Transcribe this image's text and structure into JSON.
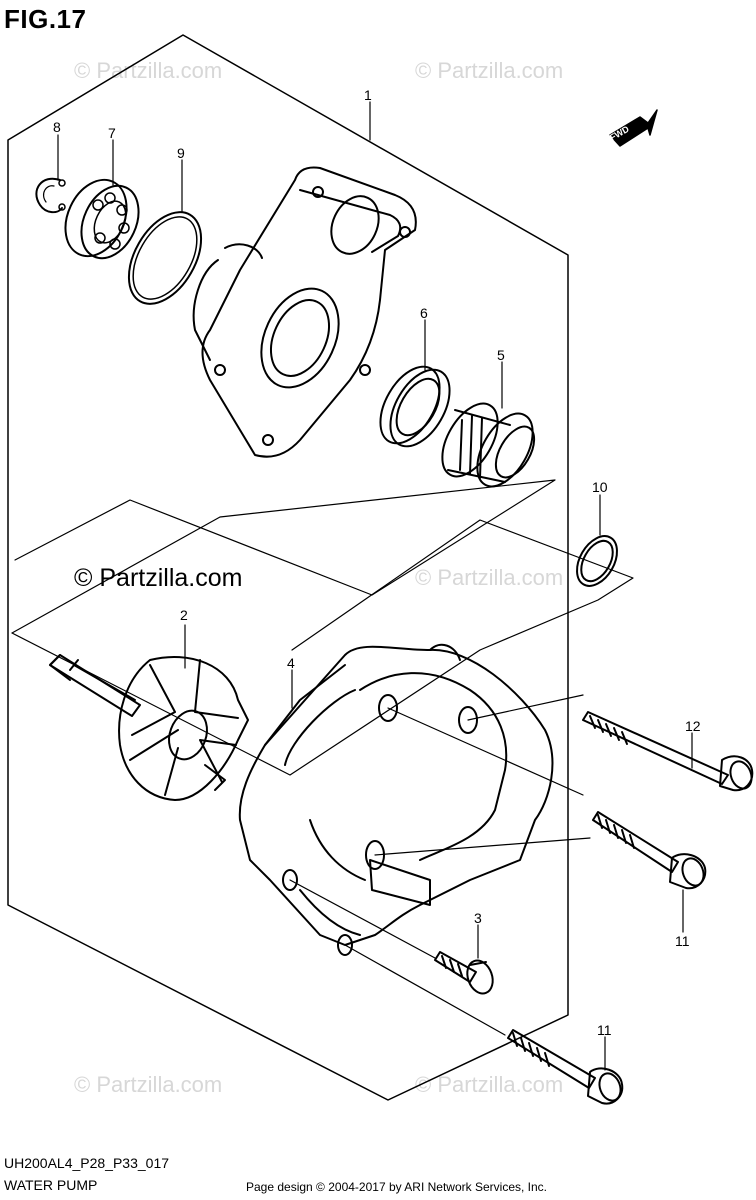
{
  "figure": {
    "title": "FIG.17",
    "diagram_code": "UH200AL4_P28_P33_017",
    "name": "WATER PUMP",
    "credit": "Page design © 2004-2017 by ARI Network Services, Inc."
  },
  "watermark": {
    "text": "© Partzilla.com",
    "prominent_text": "© Partzilla.com"
  },
  "direction_badge": "FWD",
  "callouts": [
    "1",
    "2",
    "3",
    "4",
    "5",
    "6",
    "7",
    "8",
    "9",
    "10",
    "11",
    "11",
    "12"
  ],
  "colors": {
    "ink": "#000000",
    "watermark": "#d7d7d7",
    "background": "#ffffff"
  }
}
